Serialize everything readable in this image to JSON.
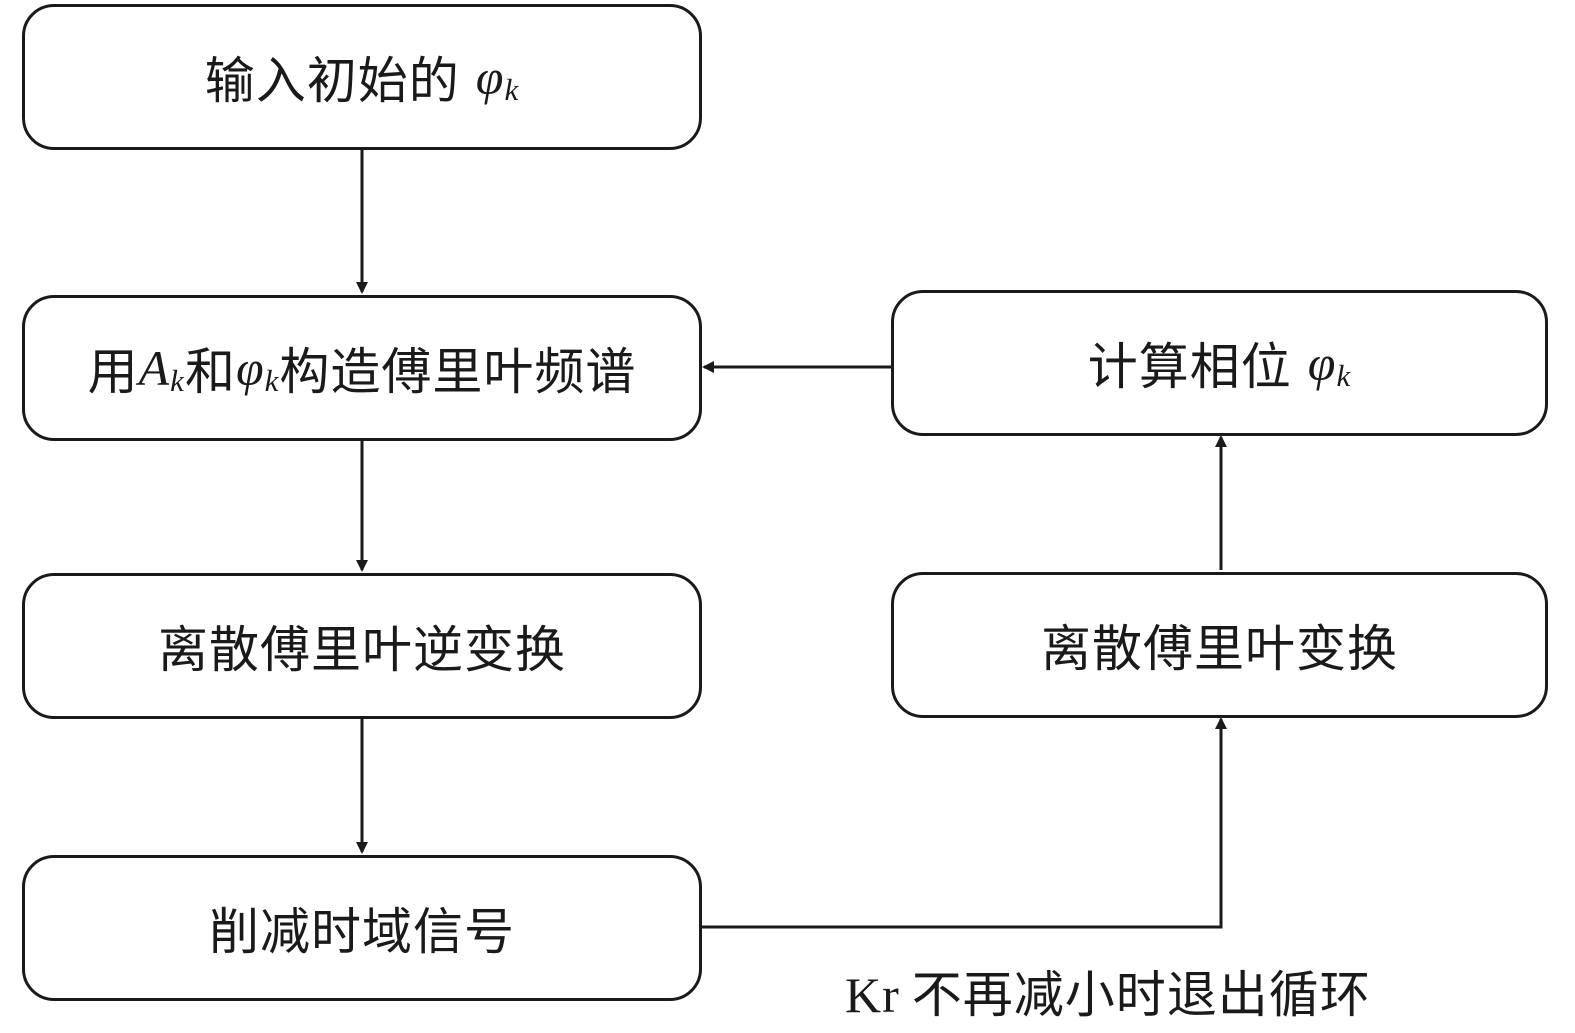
{
  "boxes": {
    "input_phase": {
      "text": "输入初始的",
      "math_symbol": "φ",
      "math_sub": "k"
    },
    "build_spectrum": {
      "part1": "用",
      "sym_a": "A",
      "sub_a": "k",
      "part2": "和",
      "sym_phi": "φ",
      "sub_phi": "k",
      "part3": "构造傅里叶频谱"
    },
    "idft": {
      "text": "离散傅里叶逆变换"
    },
    "clip": {
      "text": "削减时域信号"
    },
    "dft": {
      "text": "离散傅里叶变换"
    },
    "compute_phase": {
      "text": "计算相位",
      "math_symbol": "φ",
      "math_sub": "k"
    }
  },
  "loop_note": {
    "latin": "Kr",
    "text": "不再减小时退出循环"
  }
}
